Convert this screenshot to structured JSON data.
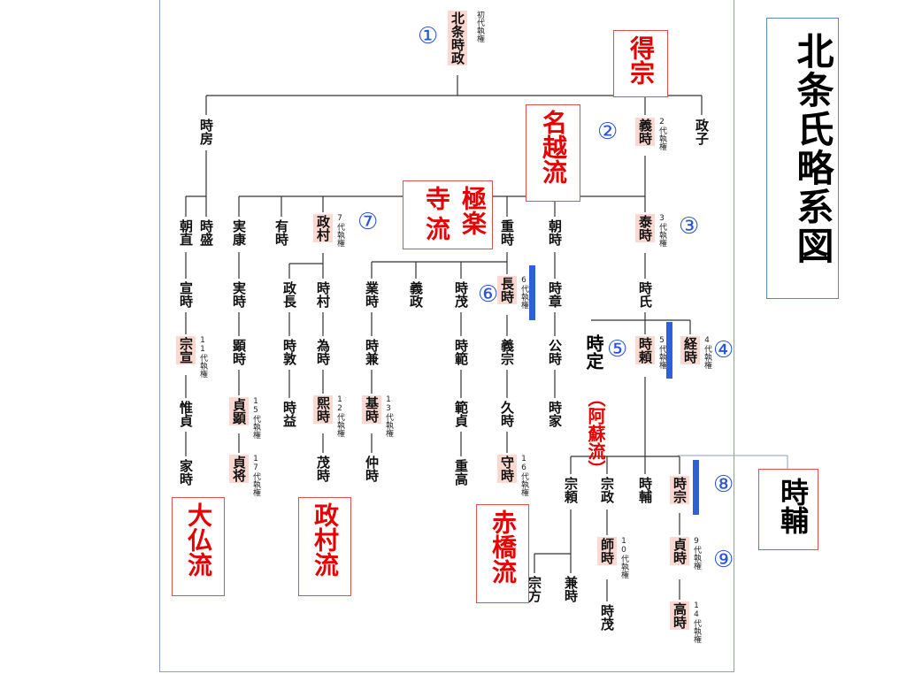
{
  "title": "北条氏略系図",
  "persons": {
    "tokimasa": "北条時政",
    "tokifusa": "時房",
    "yoshitoki": "義時",
    "masako": "政子",
    "tomonao": "朝直",
    "tokimori": "時盛",
    "saneyasu": "実康",
    "aritoki": "有時",
    "masamura": "政村",
    "shigetoki": "重時",
    "tomotoki": "朝時",
    "yasutoki": "泰時",
    "nobutoki": "宣時",
    "sanetoki": "実時",
    "masanaga": "政長",
    "tokimura": "時村",
    "naritoki": "業時",
    "yoshimasa": "義政",
    "tokishige": "時茂",
    "nagatoki": "長時",
    "tokiakira": "時章",
    "tokiuji": "時氏",
    "munenobu": "宗宣",
    "akitoki": "顕時",
    "tokiatsu": "時敦",
    "tametoki": "為時",
    "tokikane": "時兼",
    "tokinori": "時範",
    "yoshimune": "義宗",
    "kintoki": "公時",
    "tokisada": "時定",
    "tokiyori": "時頼",
    "tsunetoki": "経時",
    "koresada": "惟貞",
    "sadaaki": "貞顕",
    "tokimasu": "時益",
    "hirotoki": "煕時",
    "mototoki": "基時",
    "norisada": "範貞",
    "hisatoki": "久時",
    "tokiie": "時家",
    "ietoki": "家時",
    "sadayuki": "貞将",
    "shigetoki2": "茂時",
    "nakatoki": "仲時",
    "shigetaka": "重高",
    "moritoki": "守時",
    "muneyori": "宗頼",
    "munemasa": "宗政",
    "tokisuke": "時輔",
    "tokimune": "時宗",
    "munekata": "宗方",
    "kanetoki": "兼時",
    "morotoki": "師時",
    "sadatoki": "貞時",
    "tokishige2": "時茂",
    "takatoki": "高時"
  },
  "regent_notes": {
    "r1": "初代執権",
    "r2": "2代執権",
    "r3": "3代執権",
    "r4": "4代執権",
    "r5": "5代執権",
    "r6": "6代執権",
    "r7": "7代執権",
    "r9": "9代執権",
    "r10": "10代執権",
    "r11": "11代執権",
    "r12": "12代執権",
    "r13": "13代執権",
    "r14": "14代執権",
    "r15": "15代執権",
    "r16": "16代執権",
    "r17": "17代執権"
  },
  "numbers": {
    "n1": "①",
    "n2": "②",
    "n3": "③",
    "n4": "④",
    "n5": "⑤",
    "n6": "⑥",
    "n7": "⑦",
    "n8": "⑧",
    "n9": "⑨"
  },
  "lineages": {
    "tokuso": "得宗",
    "nagoe": "名越流",
    "gokuraku": "極楽",
    "tera": "寺",
    "ryu": "流",
    "osaragi": "大仏流",
    "masamura": "政村流",
    "akahashi": "赤橋流",
    "aso": "（阿蘇流）"
  },
  "callouts": {
    "tokisada": "時定",
    "jiho": "時輔"
  },
  "colors": {
    "highlight": "#fbd9d0",
    "lineage_red": "#e60000",
    "number_blue": "#2a55d4",
    "bar_blue": "#3060d8"
  }
}
